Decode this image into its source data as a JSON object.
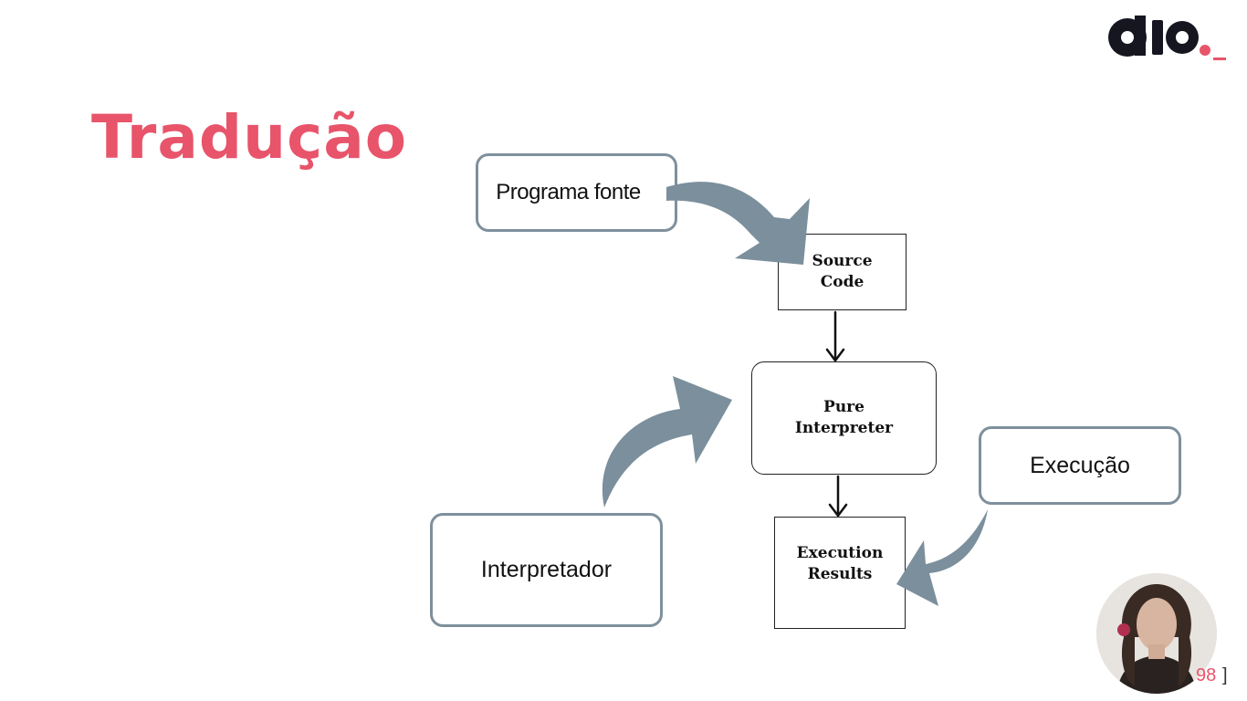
{
  "slide": {
    "title": "Tradução",
    "page_number": "98",
    "bracket": "]"
  },
  "logo": {
    "text": "dio._",
    "dark_color": "#15161f",
    "accent_color": "#e8546a"
  },
  "callouts": {
    "programa_fonte": "Programa fonte",
    "execucao": "Execução",
    "interpretador": "Interpretador"
  },
  "flow": {
    "source_code": "Source\nCode",
    "pure_interpreter": "Pure\nInterpreter",
    "execution_results": "Execution\nResults"
  },
  "colors": {
    "title": "#e8546a",
    "callout_border": "#7e909c",
    "curved_arrow": "#7b8f9c",
    "flow_arrow": "#111111"
  }
}
